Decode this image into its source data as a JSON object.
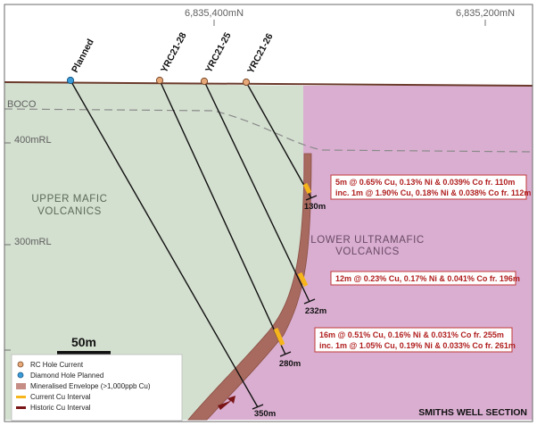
{
  "grid": {
    "northing_labels": [
      "6,835,400mN",
      "6,835,200mN"
    ],
    "rl_labels": [
      "400mRL",
      "300mRL"
    ]
  },
  "surface": {
    "boco_label": "BOCO"
  },
  "units": {
    "upper": [
      "UPPER MAFIC",
      "VOLCANICS"
    ],
    "lower": [
      "LOWER ULTRAMAFIC",
      "VOLCANICS"
    ]
  },
  "holes": [
    {
      "name": "Planned",
      "type": "diamond_planned",
      "end_depth": "350m"
    },
    {
      "name": "YRC21-28",
      "type": "rc_current",
      "end_depth": "280m"
    },
    {
      "name": "YRC21-25",
      "type": "rc_current",
      "end_depth": "232m"
    },
    {
      "name": "YRC21-26",
      "type": "rc_current",
      "end_depth": "130m"
    }
  ],
  "intercepts": [
    {
      "lines": [
        "5m @ 0.65% Cu, 0.13% Ni & 0.039% Co fr. 110m",
        "inc. 1m @ 1.90% Cu, 0.18% Ni & 0.038% Co fr. 112m"
      ]
    },
    {
      "lines": [
        "12m @ 0.23% Cu, 0.17% Ni & 0.041% Co fr. 196m"
      ]
    },
    {
      "lines": [
        "16m @ 0.51% Cu, 0.16% Ni & 0.031% Co fr. 255m",
        "inc. 1m @ 1.05% Cu, 0.19% Ni & 0.033% Co fr. 261m"
      ]
    }
  ],
  "scale_bar": {
    "label": "50m"
  },
  "legend": {
    "items": [
      {
        "label": "RC Hole Current",
        "symbol": "rc-dot"
      },
      {
        "label": "Diamond Hole Planned",
        "symbol": "diamond-dot"
      },
      {
        "label": "Mineralised Envelope (>1,000ppb Cu)",
        "symbol": "envelope-swatch"
      },
      {
        "label": "Current Cu Interval",
        "symbol": "current-interval-swatch"
      },
      {
        "label": "Historic Cu Interval",
        "symbol": "historic-interval-swatch"
      }
    ]
  },
  "section_title": "SMITHS WELL SECTION",
  "colors": {
    "upper_mafic": "#d3dfcf",
    "lower_ultramafic": "#d9aed0",
    "envelope": "#a86a5e",
    "current_interval": "#f6b51b",
    "historic_interval": "#7a1517",
    "rc_hole": "#e8a97a",
    "diamond_hole": "#3a9bd9",
    "callout_border": "#c23a3a",
    "callout_text": "#b01e1e"
  }
}
